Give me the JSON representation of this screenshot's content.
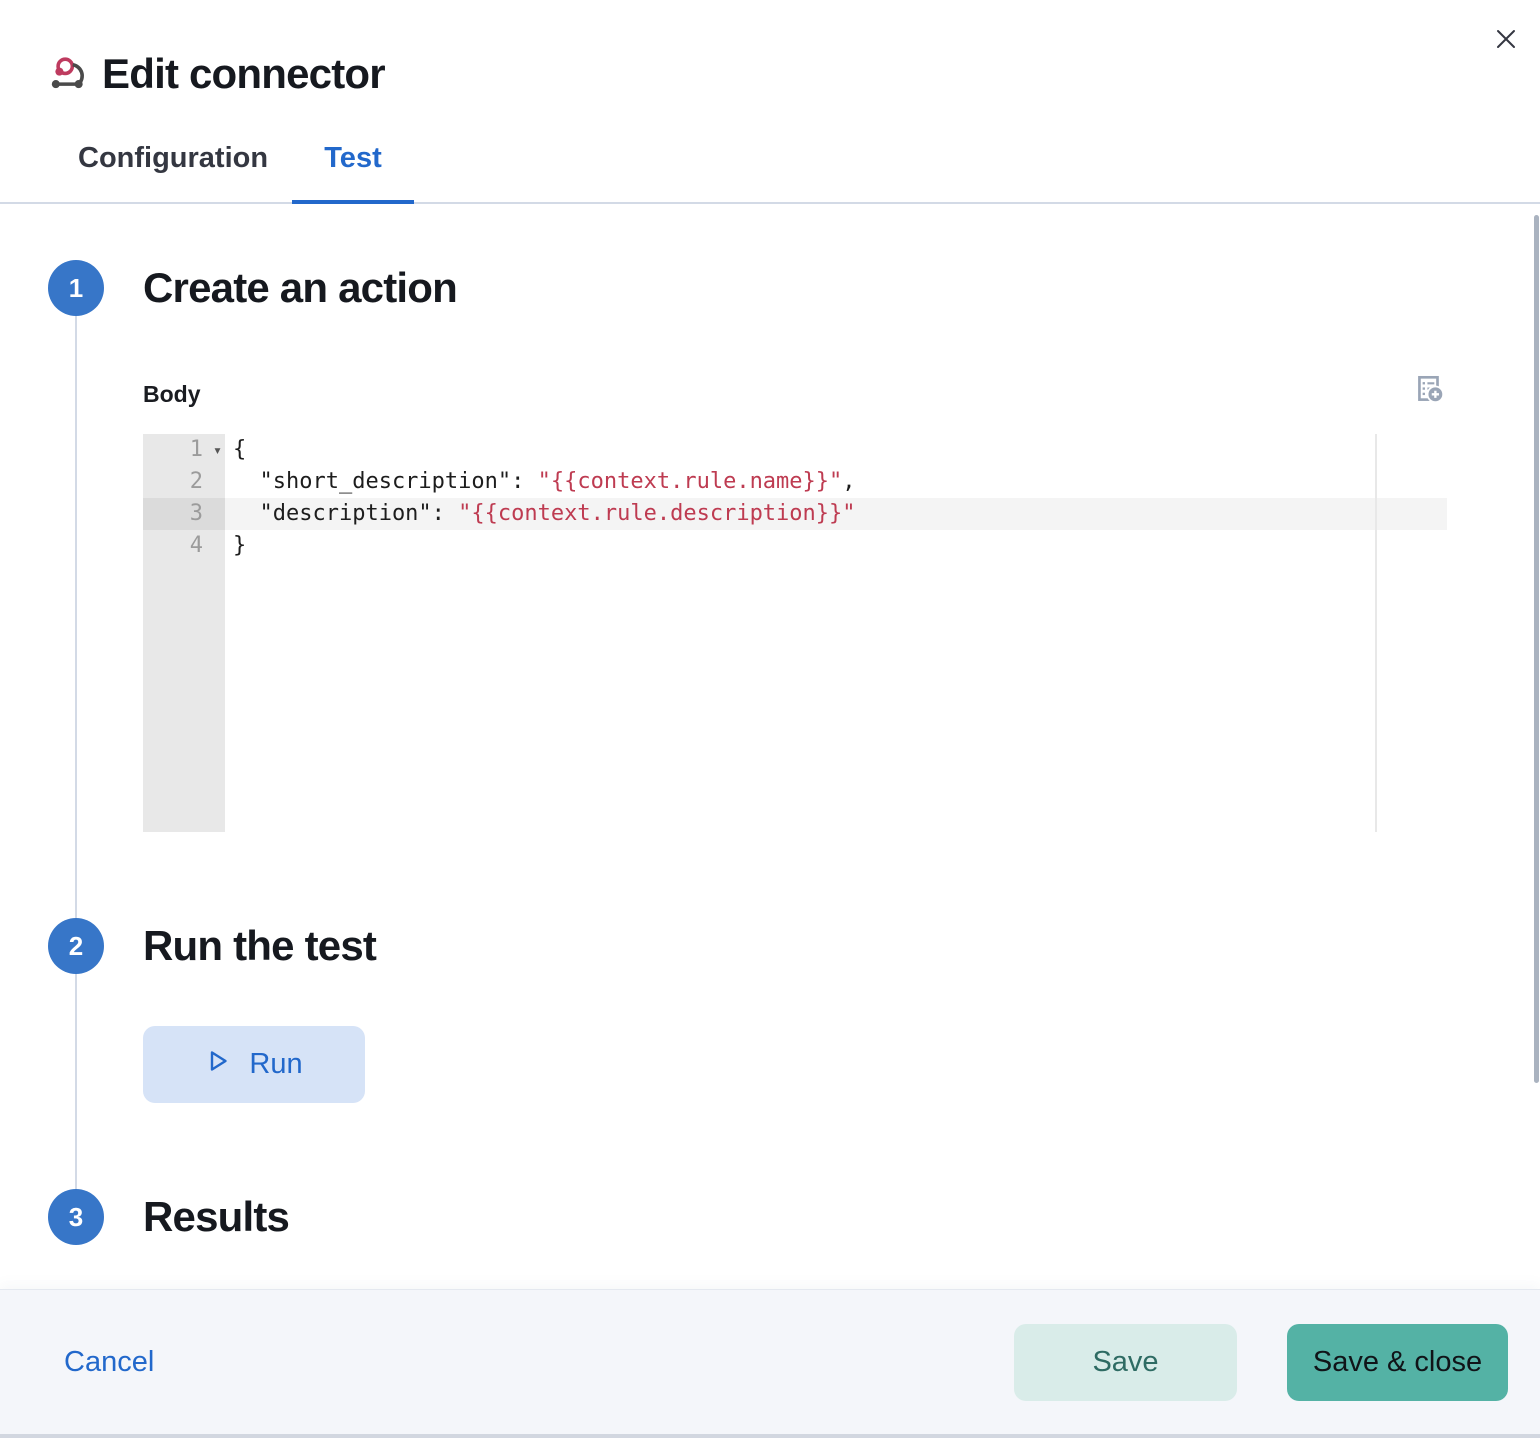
{
  "dialog": {
    "title": "Edit connector",
    "icons": {
      "header": "webhook-icon",
      "close": "close-icon",
      "add_variable": "add-variable-icon",
      "run": "play-icon",
      "fold": "chevron-down-icon"
    }
  },
  "tabs": [
    {
      "label": "Configuration",
      "selected": false
    },
    {
      "label": "Test",
      "selected": true
    }
  ],
  "steps": [
    {
      "number": "1",
      "title": "Create an action"
    },
    {
      "number": "2",
      "title": "Run the test"
    },
    {
      "number": "3",
      "title": "Results"
    }
  ],
  "body_field": {
    "label": "Body",
    "editor": {
      "line_numbers": [
        "1",
        "2",
        "3",
        "4"
      ],
      "active_line": 3,
      "lines": [
        [
          {
            "text": "{",
            "type": "plain"
          }
        ],
        [
          {
            "text": "  \"short_description\": ",
            "type": "plain"
          },
          {
            "text": "\"{{context.rule.name}}\"",
            "type": "string"
          },
          {
            "text": ",",
            "type": "plain"
          }
        ],
        [
          {
            "text": "  \"description\": ",
            "type": "plain"
          },
          {
            "text": "\"{{context.rule.description}}\"",
            "type": "string"
          }
        ],
        [
          {
            "text": "}",
            "type": "plain"
          }
        ]
      ]
    }
  },
  "run_button": {
    "label": "Run"
  },
  "footer": {
    "cancel_label": "Cancel",
    "save_label": "Save",
    "save_close_label": "Save & close"
  },
  "colors": {
    "accent_blue": "#2268CB",
    "step_circle_blue": "#3776C8",
    "code_string_red": "#BE3B51",
    "teal_fill": "#54B2A5",
    "teal_light": "#D9ECE9",
    "teal_text": "#2E6B63",
    "footer_bg": "#F4F6FA",
    "border_gray": "#D3DAE6"
  }
}
